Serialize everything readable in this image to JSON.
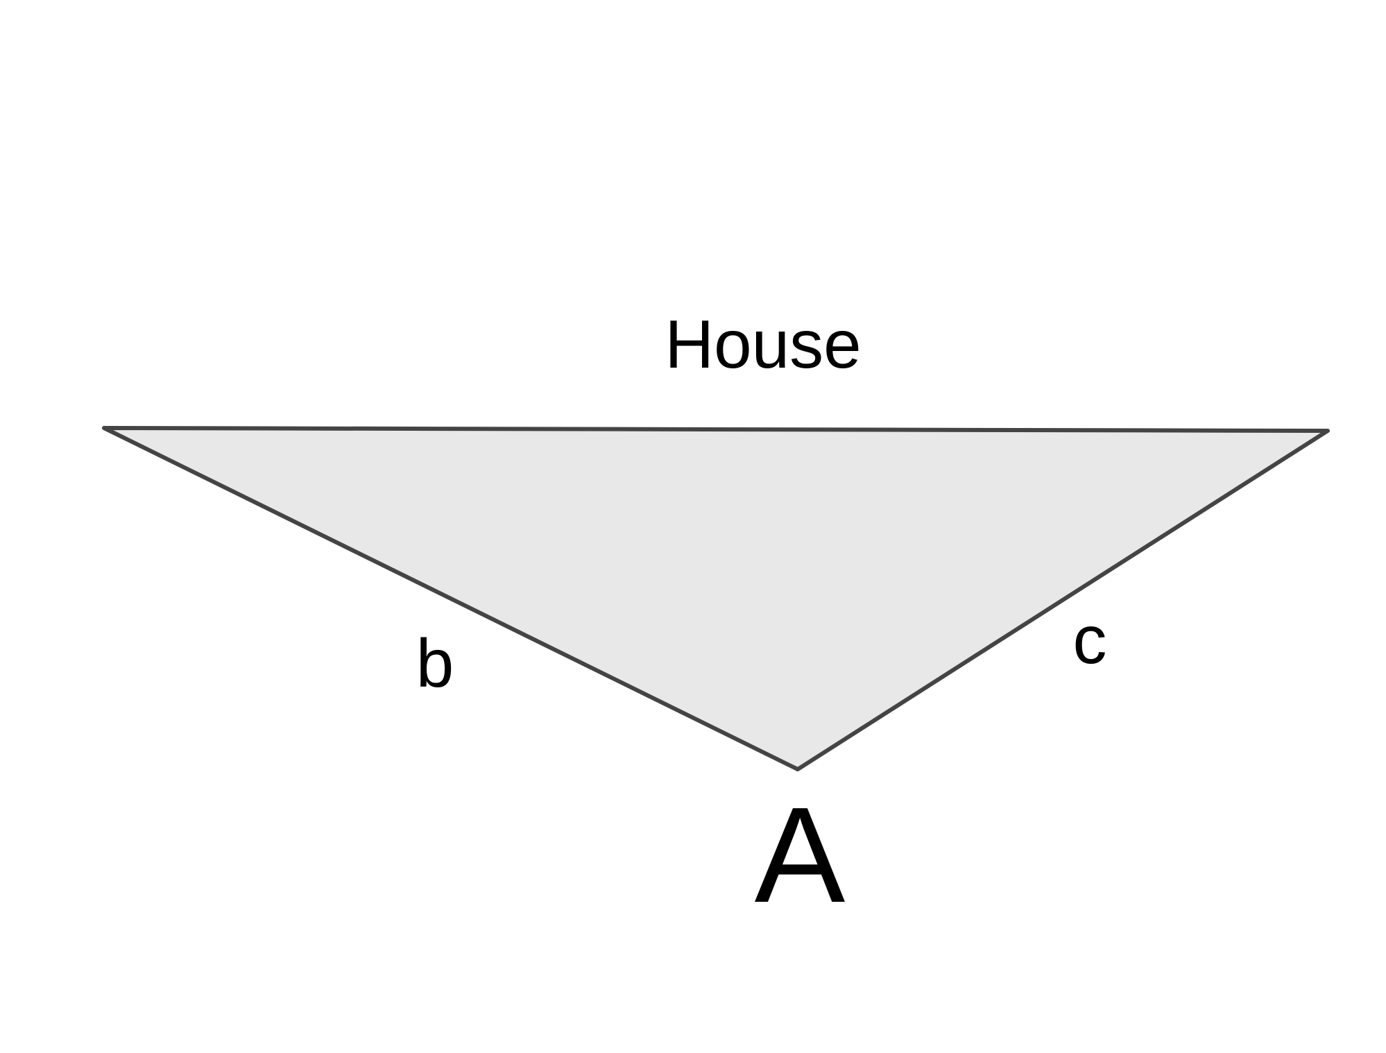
{
  "diagram": {
    "top_side_label": "House",
    "left_side_label": "b",
    "right_side_label": "c",
    "vertex_label": "A"
  },
  "colors": {
    "triangle_fill": "#e8e8e8",
    "triangle_stroke": "#444444",
    "text": "#000000",
    "background": "#ffffff"
  }
}
